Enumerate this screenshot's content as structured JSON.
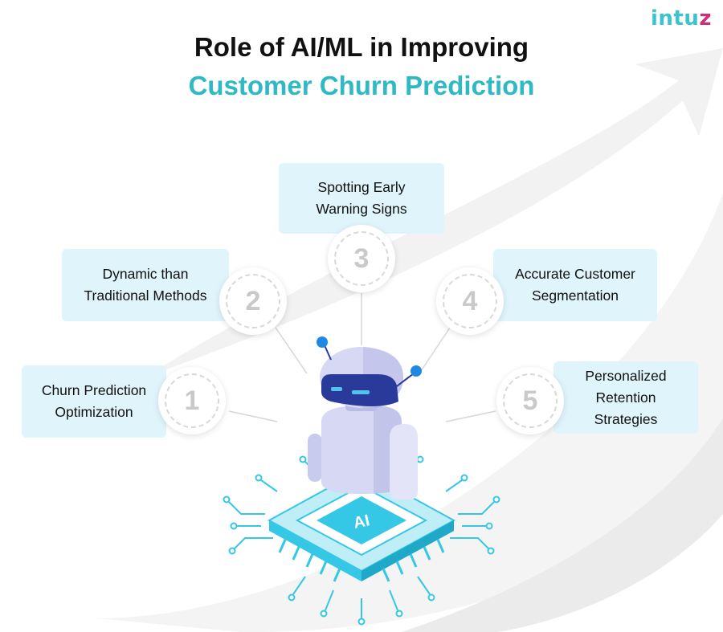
{
  "logo": {
    "text_main": "intu",
    "text_accent": "z"
  },
  "title": {
    "line1": "Role of AI/ML in Improving",
    "line2": "Customer Churn Prediction"
  },
  "chip_label": "AI",
  "steps": [
    {
      "number": "1",
      "label": "Churn Prediction\nOptimization"
    },
    {
      "number": "2",
      "label": "Dynamic than\nTraditional Methods"
    },
    {
      "number": "3",
      "label": "Spotting Early\nWarning Signs"
    },
    {
      "number": "4",
      "label": "Accurate Customer\nSegmentation"
    },
    {
      "number": "5",
      "label": "Personalized\nRetention\nStrategies"
    }
  ],
  "colors": {
    "accent": "#2eb9c4",
    "box_bg": "#dff4fb",
    "circuit": "#35c7e6",
    "robot_body": "#d7d8f3",
    "robot_visor": "#2a3a9a",
    "antenna_tip": "#1e88e5",
    "logo_accent": "#c9317a"
  }
}
